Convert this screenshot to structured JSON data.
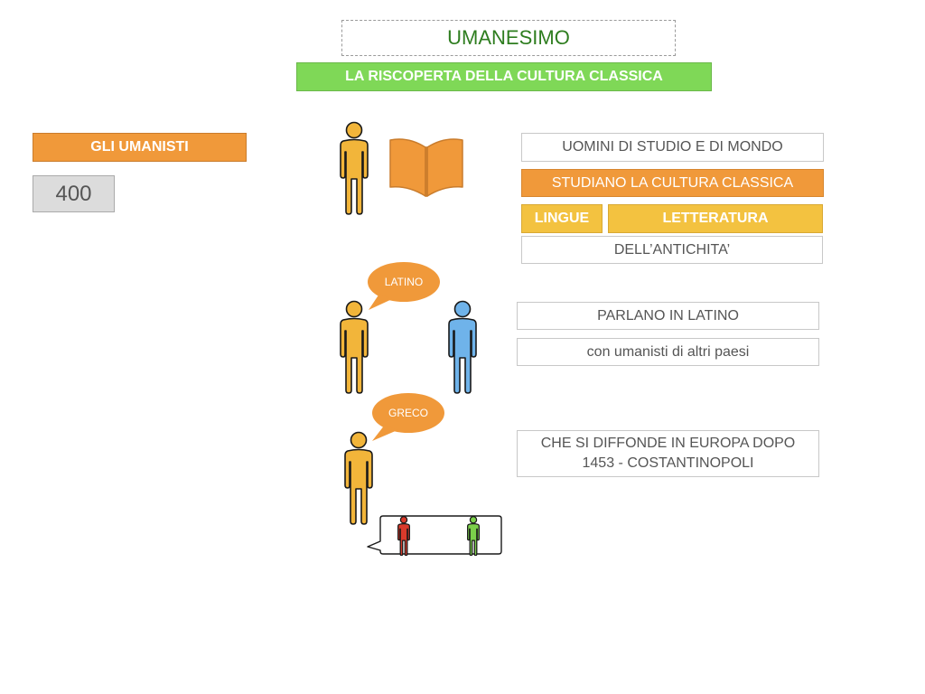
{
  "header": {
    "title": "UMANESIMO",
    "subtitle": "LA RISCOPERTA DELLA CULTURA CLASSICA"
  },
  "left": {
    "label": "GLI UMANISTI",
    "year": "400"
  },
  "boxes": {
    "study_people": "UOMINI DI STUDIO E DI MONDO",
    "study_classic": "STUDIANO LA CULTURA CLASSICA",
    "languages": "LINGUE",
    "literature": "LETTERATURA",
    "antiquity": "DELL’ANTICHITA’",
    "speak_latin": "PARLANO IN LATINO",
    "other_countries": "con umanisti di altri paesi",
    "greek_line1": "CHE SI DIFFONDE IN EUROPA DOPO",
    "greek_line2": "1453 - COSTANTINOPOLI"
  },
  "bubbles": {
    "latin": "LATINO",
    "greek": "GRECO"
  },
  "icons": {
    "person_yellow": "person-icon",
    "person_blue": "person-icon",
    "person_red": "person-icon",
    "person_green": "person-icon",
    "book": "open-book-icon"
  },
  "colors": {
    "title": "#2e7d1f",
    "green": "#7fd857",
    "orange": "#f0993a",
    "yellow": "#f3c240",
    "person_yellow": "#f2b53a",
    "person_blue": "#6fb3ea",
    "person_red": "#d93a2b",
    "person_green": "#7bd04a"
  }
}
